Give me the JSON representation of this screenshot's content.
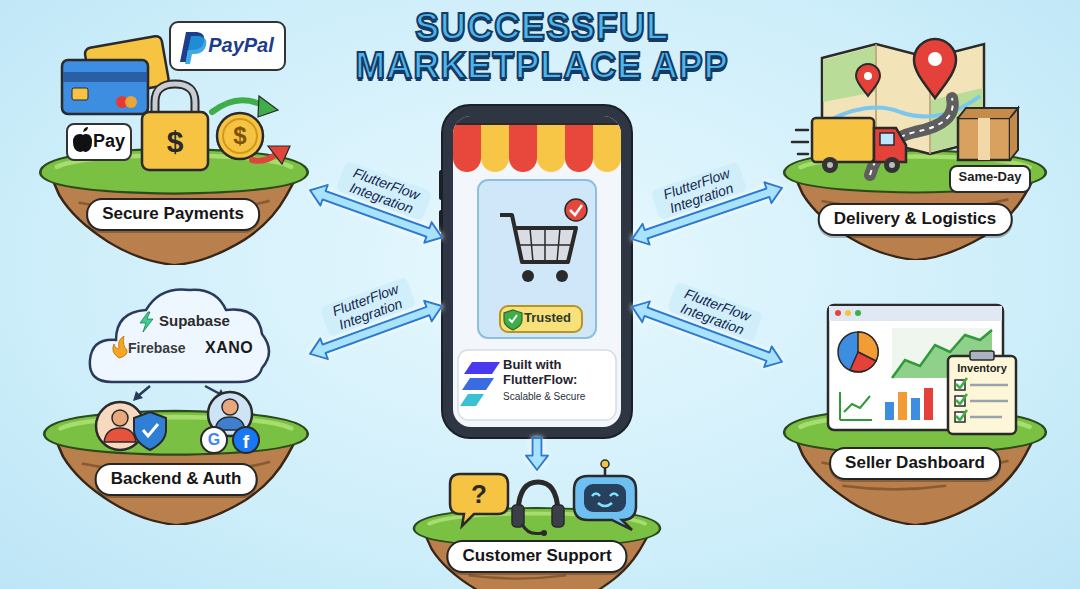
{
  "diagram": {
    "title": "SUCCESSFUL MARKETPLACE APP",
    "nodes": [
      {
        "text": [
          "Secure Payments"
        ]
      },
      {
        "text": [
          "PayPal"
        ],
        "in": 0
      },
      {
        "text": [
          "Pay"
        ],
        "in": 0
      },
      {
        "text": [
          "Trusted",
          "Built with FlutterFlow:",
          "Scalable & Secure"
        ]
      },
      {
        "text": [
          "Delivery & Logistics"
        ]
      },
      {
        "text": [
          "Same-Day"
        ],
        "in": 4
      },
      {
        "text": [
          "Backend & Auth"
        ]
      },
      {
        "text": [
          "Supabase",
          "Firebase",
          "XANO"
        ],
        "in": 6
      },
      {
        "text": [
          "Seller Dashboard"
        ]
      },
      {
        "text": [
          "Inventory"
        ],
        "in": 8
      },
      {
        "text": [
          "Customer Support"
        ]
      }
    ],
    "edges": [
      {
        "from": 0,
        "to": 3,
        "arrow": "both",
        "label": "FlutterFlow Integration"
      },
      {
        "from": 3,
        "to": 4,
        "arrow": "both",
        "label": "FlutterFlow Integration"
      },
      {
        "from": 6,
        "to": 3,
        "arrow": "both",
        "label": "FlutterFlow Integration"
      },
      {
        "from": 3,
        "to": 8,
        "arrow": "both",
        "label": "FlutterFlow Integration"
      },
      {
        "from": 3,
        "to": 10,
        "arrow": "to"
      }
    ],
    "labels": [
      "$",
      "$",
      "G",
      "f",
      "?"
    ]
  }
}
